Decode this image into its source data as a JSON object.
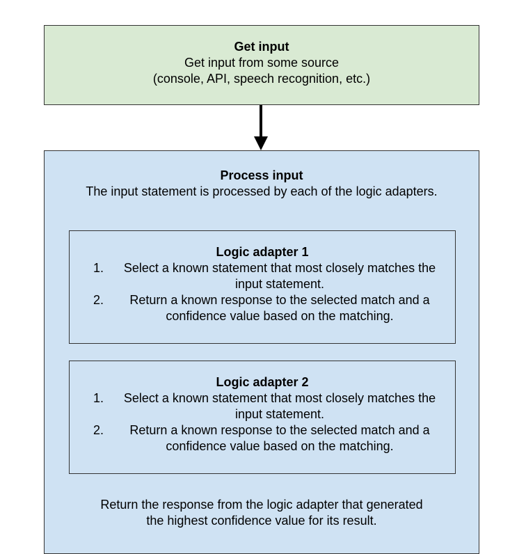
{
  "get_input": {
    "title": "Get input",
    "line1": "Get input from some source",
    "line2": "(console, API, speech recognition, etc.)"
  },
  "process_input": {
    "title": "Process input",
    "description": "The input statement is processed by each of the logic adapters.",
    "footer_line1": "Return the response from the logic adapter that generated",
    "footer_line2": "the highest confidence value for its result."
  },
  "adapters": [
    {
      "title": "Logic adapter 1",
      "steps": [
        {
          "num": "1.",
          "text": "Select a known statement that most closely matches the input statement."
        },
        {
          "num": "2.",
          "text": "Return a known response to the selected match and a confidence value based on the matching."
        }
      ]
    },
    {
      "title": "Logic adapter 2",
      "steps": [
        {
          "num": "1.",
          "text": "Select a known statement that most closely matches the input statement."
        },
        {
          "num": "2.",
          "text": "Return a known response to the selected match and a confidence value based on the matching."
        }
      ]
    }
  ],
  "colors": {
    "get_input_fill": "#d9ead3",
    "process_fill": "#cfe2f3",
    "border": "#333333",
    "arrow": "#000000"
  }
}
